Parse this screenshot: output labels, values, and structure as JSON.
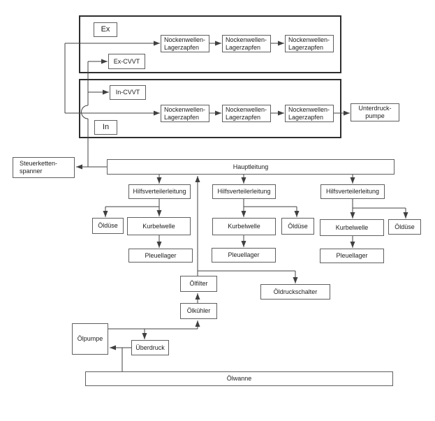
{
  "nodes": {
    "ex": "Ex",
    "in": "In",
    "ex_cvvt": "Ex-CVVT",
    "in_cvvt": "In-CVVT",
    "nockenwellen_lagerzapfen": "Nockenwellen-\nLagerzapfen",
    "unterdruckpumpe": "Unterdruck-\npumpe",
    "steuerkettenspanner": "Steuerketten-\nspanner",
    "hauptleitung": "Hauptleitung",
    "hilfsverteilerleitung": "Hilfsverteilerleitung",
    "oelduese": "Öldüse",
    "kurbelwelle": "Kurbelwelle",
    "pleuellager": "Pleuellager",
    "oelfilter": "Ölfilter",
    "oeldruckschalter": "Öldruckschalter",
    "oelkuehler": "Ölkühler",
    "oelpumpe": "Ölpumpe",
    "ueberdruck": "Überdruck",
    "oelwanne": "Ölwanne"
  },
  "colors": {
    "background": "#ffffff",
    "line": "#404040",
    "box_border": "#5f5f5f",
    "section_border": "#2e2e2e",
    "text": "#1c1c1c"
  }
}
